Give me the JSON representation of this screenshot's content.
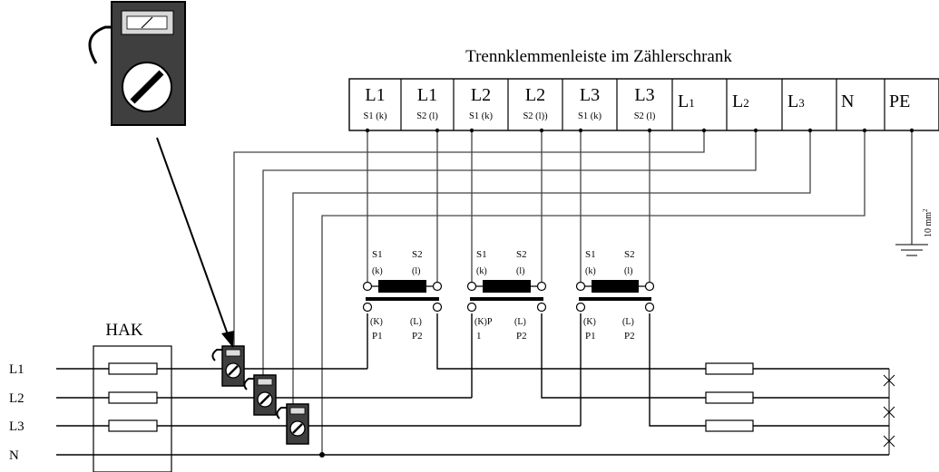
{
  "title": "Trennklemmenleiste im Zählerschrank",
  "hak_label": "HAK",
  "terminal_block": [
    {
      "main": "L1",
      "sub": "S1 (k)"
    },
    {
      "main": "L1",
      "sub": "S2 (l)"
    },
    {
      "main": "L2",
      "sub": "S1 (k)"
    },
    {
      "main": "L2",
      "sub": "S2 (l))"
    },
    {
      "main": "L3",
      "sub": "S1 (k)"
    },
    {
      "main": "L3",
      "sub": "S2 (l)"
    },
    {
      "main": "L",
      "idx": "1"
    },
    {
      "main": "L",
      "idx": "2"
    },
    {
      "main": "L",
      "idx": "3"
    },
    {
      "main": "N"
    },
    {
      "main": "PE"
    }
  ],
  "pe_cross_section": "10 mm",
  "pe_cross_section_exp": "2",
  "lines": [
    "L1",
    "L2",
    "L3",
    "N"
  ],
  "transformers": [
    {
      "s1": "S1",
      "s2": "S2",
      "k": "(k)",
      "l": "(l)",
      "K": "(K)",
      "L": "(L)",
      "p1": "P1",
      "p2": "P2"
    },
    {
      "s1": "S1",
      "s2": "S2",
      "k": "(k)",
      "l": "(l)",
      "K": "(K)P",
      "L": "(L)",
      "p1": "1",
      "p2": "P2"
    },
    {
      "s1": "S1",
      "s2": "S2",
      "k": "(k)",
      "l": "(l)",
      "K": "(K)",
      "L": "(L)",
      "p1": "P1",
      "p2": "P2"
    }
  ],
  "icons": [
    "multimeter-icon",
    "clamp-meter-icon",
    "fuse-icon",
    "ground-icon",
    "star-point-icon"
  ]
}
